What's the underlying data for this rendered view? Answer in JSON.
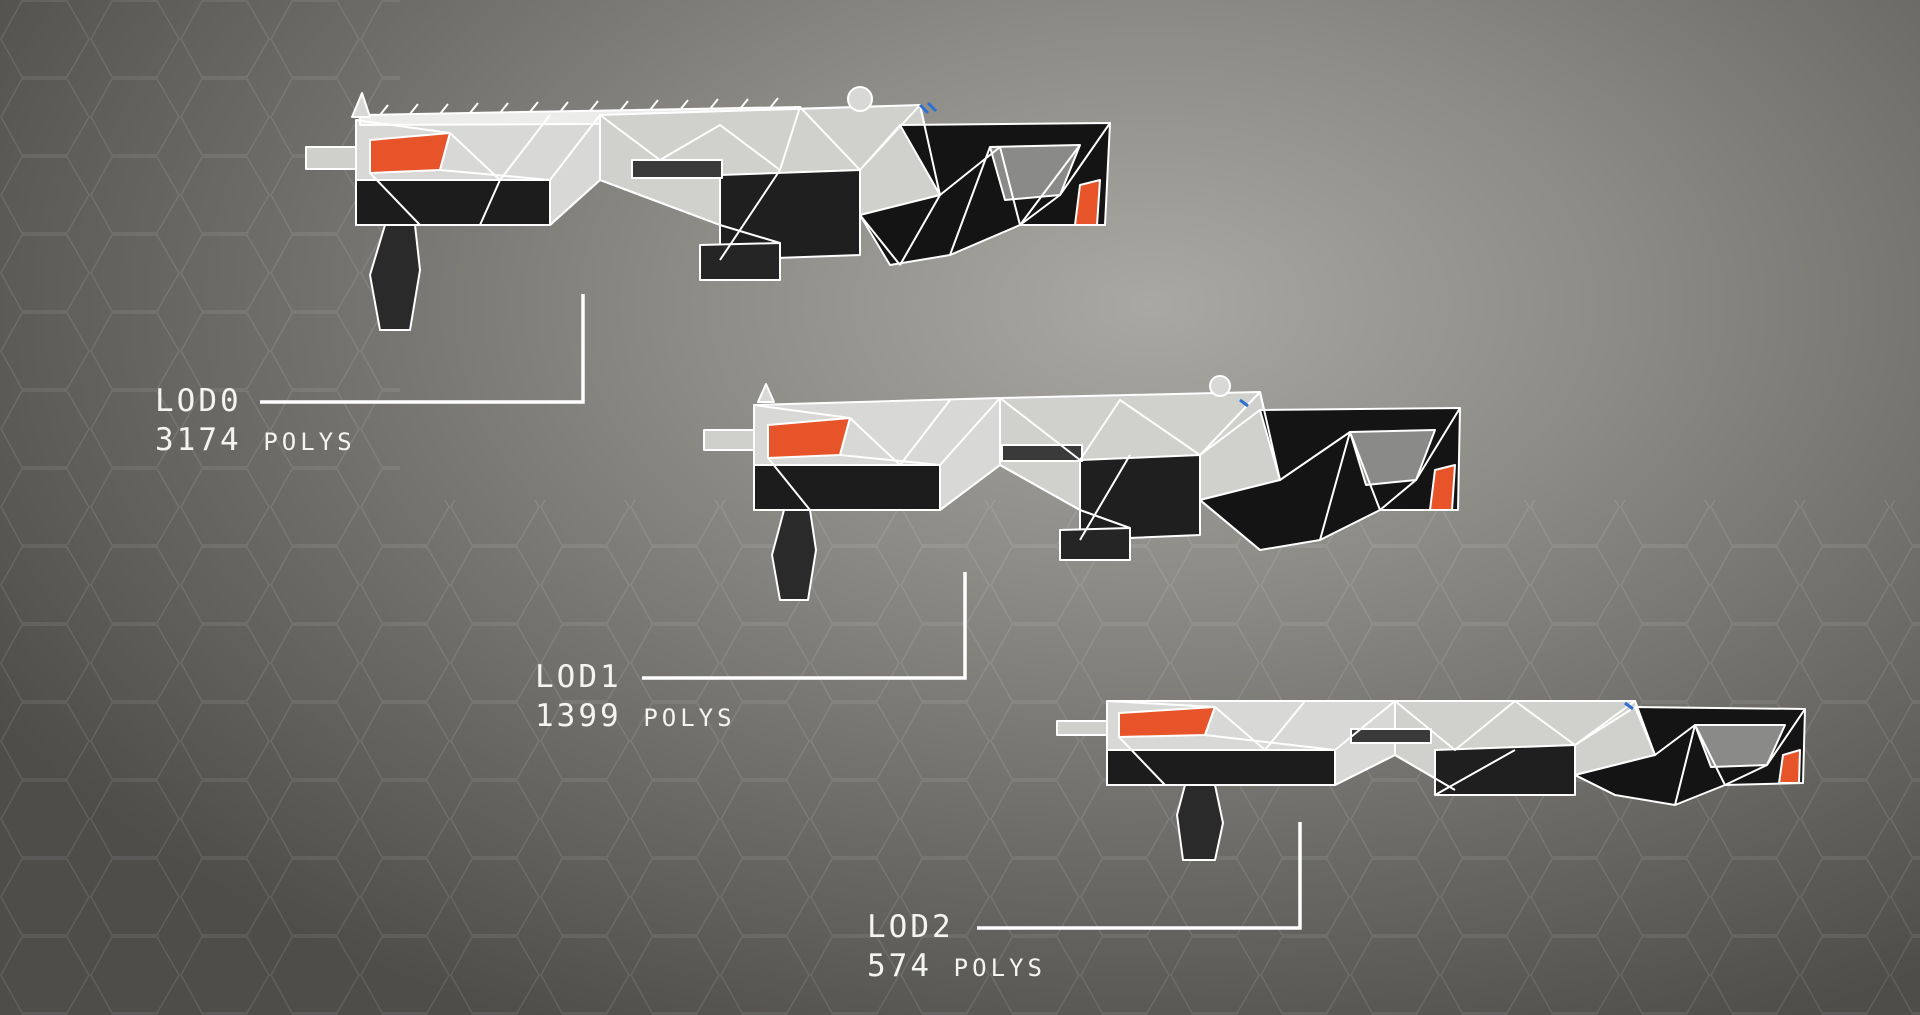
{
  "lods": [
    {
      "name": "LOD0",
      "count": "3174",
      "unit": "POLYS"
    },
    {
      "name": "LOD1",
      "count": "1399",
      "unit": "POLYS"
    },
    {
      "name": "LOD2",
      "count": "574",
      "unit": "POLYS"
    }
  ],
  "colors": {
    "background": "#8c8b86",
    "wireframe": "#ffffff",
    "body_dark": "#1a1a1a",
    "body_light": "#d9d9d7",
    "accent_orange": "#e8542a",
    "accent_blue": "#2f6fd0"
  }
}
